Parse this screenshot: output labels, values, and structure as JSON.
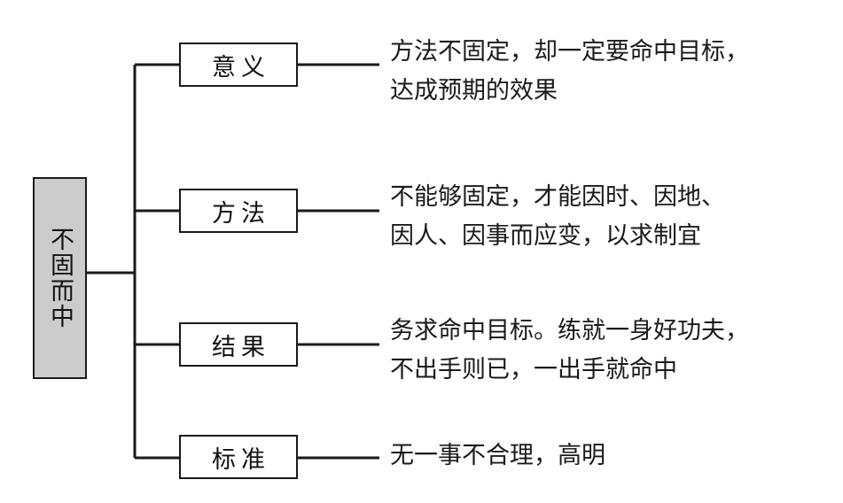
{
  "diagram": {
    "type": "tree-mind-map",
    "colors": {
      "root_fill": "#cccccc",
      "stroke": "#1a1a1a",
      "text": "#1a1a1a",
      "background": "#ffffff"
    },
    "root": {
      "label": "不固而中",
      "orientation": "vertical"
    },
    "branches": [
      {
        "label": "意义",
        "description_lines": [
          "方法不固定，却一定要命中目标，",
          "达成预期的效果"
        ]
      },
      {
        "label": "方法",
        "description_lines": [
          "不能够固定，才能因时、因地、",
          "因人、因事而应变，以求制宜"
        ]
      },
      {
        "label": "结果",
        "description_lines": [
          "务求命中目标。练就一身好功夫，",
          "不出手则已，一出手就命中"
        ]
      },
      {
        "label": "标准",
        "description_lines": [
          "无一事不合理，高明"
        ]
      }
    ]
  }
}
